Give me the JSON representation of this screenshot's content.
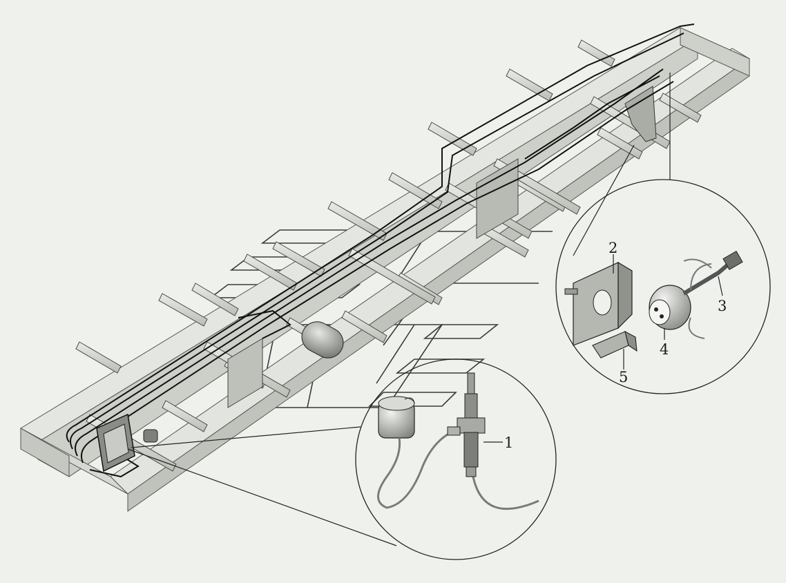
{
  "colors": {
    "background": "#eef1ec",
    "frame_fill": "#dfe3dc",
    "frame_shade": "#b9beb6",
    "line": "#1a1a1a",
    "watermark": "#3a3a3a",
    "part_gray": "#9a9d97"
  },
  "callouts": [
    {
      "id": "1",
      "label": "1"
    },
    {
      "id": "2",
      "label": "2"
    },
    {
      "id": "3",
      "label": "3"
    },
    {
      "id": "4",
      "label": "4"
    },
    {
      "id": "5",
      "label": "5"
    }
  ]
}
